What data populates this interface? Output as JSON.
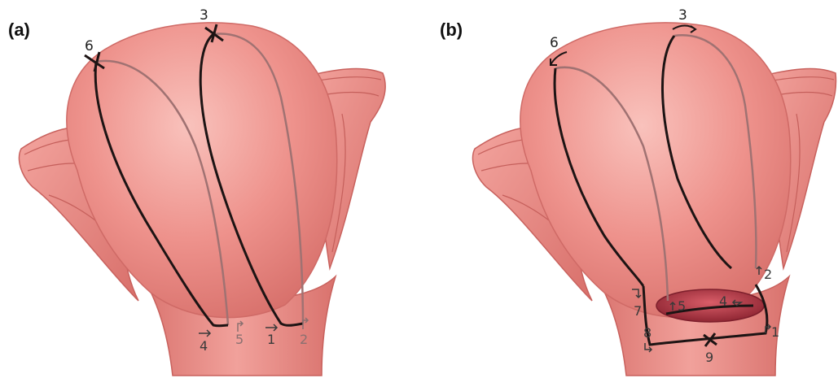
{
  "figure": {
    "panels": [
      {
        "label": "(a)",
        "numbers": {
          "n1": "1",
          "n2": "2",
          "n3": "3",
          "n4": "4",
          "n5": "5",
          "n6": "6"
        }
      },
      {
        "label": "(b)",
        "numbers": {
          "n1": "1",
          "n2": "2",
          "n3": "3",
          "n4": "4",
          "n5": "5",
          "n6": "6",
          "n7": "7",
          "n8": "8",
          "n9": "9"
        }
      }
    ]
  },
  "colors": {
    "tissue": "#ec8b86",
    "tissue_light": "#f5b0aa",
    "tissue_shadow": "#cf6d69",
    "fold": "#e27a74",
    "suture_dark": "#1d1414",
    "suture_light": "#9c7070",
    "cavity": "#b63b45"
  }
}
